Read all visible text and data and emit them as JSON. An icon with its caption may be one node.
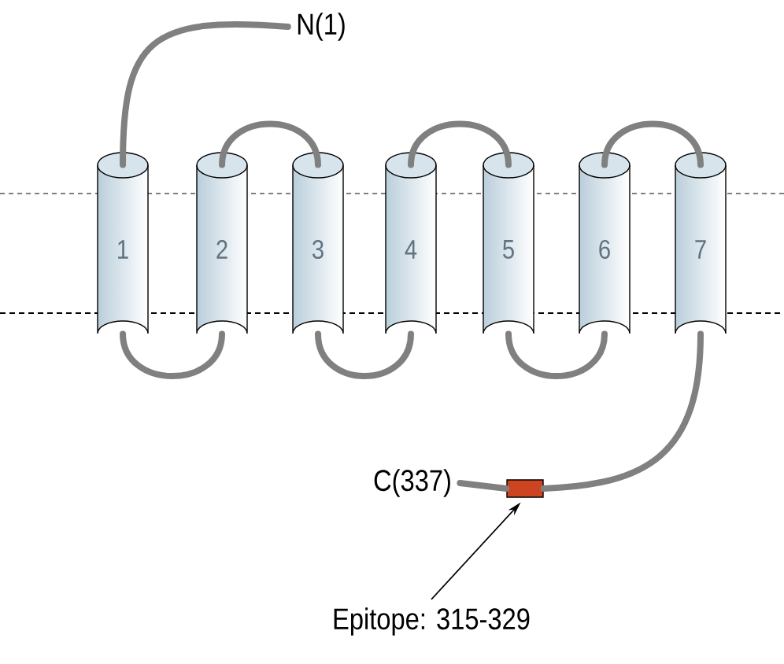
{
  "diagram": {
    "nodes": [
      {
        "text": [
          "N(1)"
        ]
      },
      {
        "text": [
          "1"
        ]
      },
      {
        "text": [
          "2"
        ]
      },
      {
        "text": [
          "3"
        ]
      },
      {
        "text": [
          "4"
        ]
      },
      {
        "text": [
          "5"
        ]
      },
      {
        "text": [
          "6"
        ]
      },
      {
        "text": [
          "7"
        ]
      },
      {
        "text": [
          "C(337)"
        ]
      },
      {
        "text": [],
        "shape": "box"
      },
      {
        "text": [
          "Epitope: 315-329"
        ]
      }
    ],
    "edges": [
      {
        "from": 0,
        "to": 1,
        "arrow": "none"
      },
      {
        "from": 1,
        "to": 2,
        "arrow": "none"
      },
      {
        "from": 2,
        "to": 3,
        "arrow": "none"
      },
      {
        "from": 3,
        "to": 4,
        "arrow": "none"
      },
      {
        "from": 4,
        "to": 5,
        "arrow": "none"
      },
      {
        "from": 5,
        "to": 6,
        "arrow": "none"
      },
      {
        "from": 6,
        "to": 7,
        "arrow": "none"
      },
      {
        "from": 7,
        "to": 9,
        "arrow": "none"
      },
      {
        "from": 9,
        "to": 8,
        "arrow": "none"
      },
      {
        "from": 10,
        "to": 9,
        "arrow": "to",
        "color": "#000000"
      }
    ]
  }
}
